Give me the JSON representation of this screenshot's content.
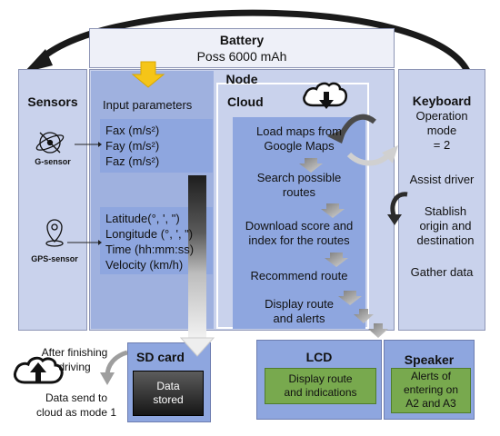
{
  "battery": {
    "title": "Battery",
    "spec": "Poss 6000 mAh"
  },
  "node": {
    "title": "Node"
  },
  "sensors": {
    "title": "Sensors",
    "g_sensor": "G-sensor",
    "gps_sensor": "GPS-sensor"
  },
  "input_parameters": {
    "title": "Input parameters",
    "acceleration": [
      "Fax (m/s²)",
      "Fay (m/s²)",
      "Faz (m/s²)"
    ],
    "gps": [
      "Latitude(°, ', \")",
      "Longitude (°, ', \")",
      "Time (hh:mm:ss)",
      "Velocity (km/h)"
    ]
  },
  "cloud": {
    "title": "Cloud",
    "steps": [
      "Load maps from\nGoogle Maps",
      "Search possible\nroutes",
      "Download score and\nindex for the routes",
      "Recommend route",
      "Display route\nand alerts"
    ]
  },
  "keyboard": {
    "title": "Keyboard",
    "mode": "Operation\nmode\n= 2",
    "items": [
      "Assist driver",
      "Stablish\norigin and\ndestination",
      "Gather data"
    ]
  },
  "lcd": {
    "title": "LCD",
    "text": "Display route\nand indications"
  },
  "speaker": {
    "title": "Speaker",
    "text": "Alerts of\nentering on\nA2 and A3"
  },
  "sd_card": {
    "title": "SD card",
    "text": "Data\nstored"
  },
  "after": {
    "top": "After finishing\ndriving",
    "bottom": "Data send to\ncloud as mode 1"
  },
  "colors": {
    "box_fill": "#c9d2ec",
    "inner_fill": "#8ea6df",
    "green": "#78a94e",
    "arrow_yellow": "#f5c518"
  }
}
